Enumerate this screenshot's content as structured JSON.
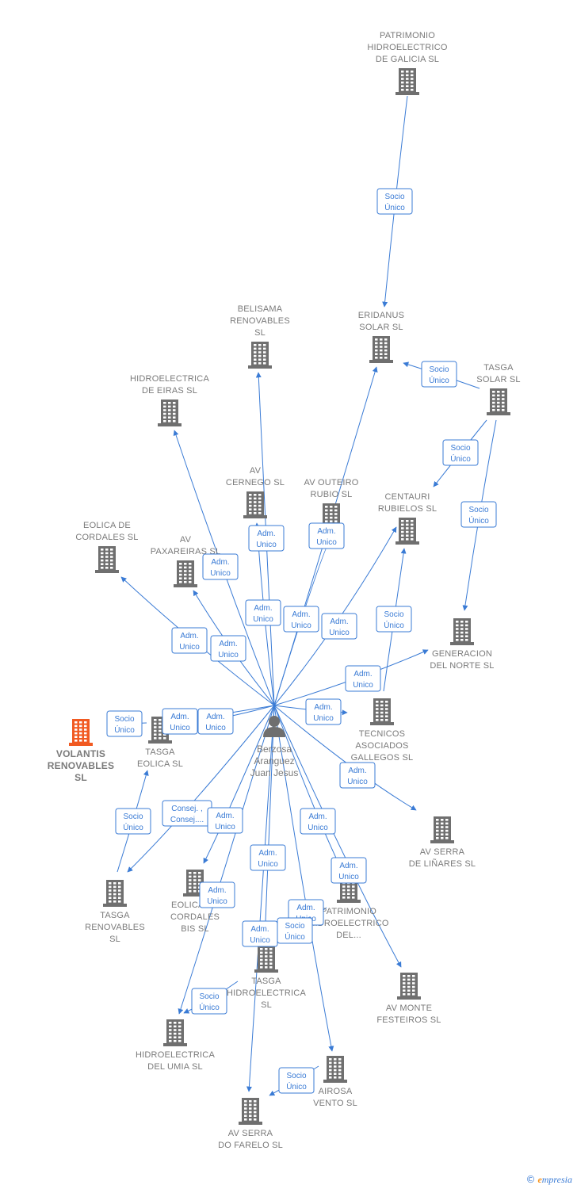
{
  "nodes": [
    {
      "id": "patrimonio_galicia",
      "lines": [
        "PATRIMONIO",
        "HIDROELECTRICO",
        "DE GALICIA  SL"
      ],
      "label_pos": "above"
    },
    {
      "id": "eridanus",
      "lines": [
        "ERIDANUS",
        "SOLAR  SL"
      ],
      "label_pos": "above"
    },
    {
      "id": "tasga_solar",
      "lines": [
        "TASGA",
        "SOLAR  SL"
      ],
      "label_pos": "above"
    },
    {
      "id": "belisama",
      "lines": [
        "BELISAMA",
        "RENOVABLES",
        "SL"
      ],
      "label_pos": "above"
    },
    {
      "id": "hidro_eiras",
      "lines": [
        "HIDROELECTRICA",
        "DE EIRAS SL"
      ],
      "label_pos": "above"
    },
    {
      "id": "av_cernego",
      "lines": [
        "AV",
        "CERNEGO SL"
      ],
      "label_pos": "above"
    },
    {
      "id": "av_outeiro",
      "lines": [
        "AV OUTEIRO",
        "RUBIO SL"
      ],
      "label_pos": "above"
    },
    {
      "id": "centauri",
      "lines": [
        "CENTAURI",
        "RUBIELOS  SL"
      ],
      "label_pos": "above"
    },
    {
      "id": "eolica_cordales",
      "lines": [
        "EOLICA DE",
        "CORDALES SL"
      ],
      "label_pos": "above"
    },
    {
      "id": "av_paxareiras",
      "lines": [
        "AV",
        "PAXAREIRAS SL"
      ],
      "label_pos": "above"
    },
    {
      "id": "generacion_norte",
      "lines": [
        "GENERACION",
        "DEL NORTE SL"
      ],
      "label_pos": "below"
    },
    {
      "id": "volantis",
      "lines": [
        "VOLANTIS",
        "RENOVABLES",
        "SL"
      ],
      "label_pos": "below",
      "highlight": true
    },
    {
      "id": "tasga_eolica",
      "lines": [
        "TASGA",
        "EOLICA  SL"
      ],
      "label_pos": "below"
    },
    {
      "id": "tecnicos",
      "lines": [
        "TECNICOS",
        "ASOCIADOS",
        "GALLEGOS  SL"
      ],
      "label_pos": "below"
    },
    {
      "id": "av_serra_linares",
      "lines": [
        "AV SERRA",
        "DE LIÑARES SL"
      ],
      "label_pos": "below"
    },
    {
      "id": "tasga_renovables",
      "lines": [
        "TASGA",
        "RENOVABLES",
        "SL"
      ],
      "label_pos": "below"
    },
    {
      "id": "eolica_cordales_bis",
      "lines": [
        "EOLICA DE",
        "CORDALES",
        "BIS SL"
      ],
      "label_pos": "below"
    },
    {
      "id": "patrimonio_del",
      "lines": [
        "PATRIMONIO",
        "HIDROELECTRICO",
        "DEL..."
      ],
      "label_pos": "below"
    },
    {
      "id": "tasga_hidro",
      "lines": [
        "TASGA",
        "HIDROELECTRICA",
        "SL"
      ],
      "label_pos": "below"
    },
    {
      "id": "av_monte",
      "lines": [
        "AV MONTE",
        "FESTEIROS SL"
      ],
      "label_pos": "below"
    },
    {
      "id": "hidro_umia",
      "lines": [
        "HIDROELECTRICA",
        "DEL UMIA  SL"
      ],
      "label_pos": "below"
    },
    {
      "id": "airosa",
      "lines": [
        "AIROSA",
        "VENTO SL"
      ],
      "label_pos": "below"
    },
    {
      "id": "av_serra_farelo",
      "lines": [
        "AV SERRA",
        "DO FARELO SL"
      ],
      "label_pos": "below"
    }
  ],
  "person": {
    "id": "berzosa",
    "lines": [
      "Berzosa",
      "Aranguez",
      "Juan Jesus"
    ]
  },
  "edges": [
    {
      "from": "patrimonio_galicia",
      "to": "eridanus",
      "label": [
        "Socio",
        "Único"
      ]
    },
    {
      "from": "tasga_solar",
      "to": "eridanus",
      "label": [
        "Socio",
        "Único"
      ]
    },
    {
      "from": "tasga_solar",
      "to": "centauri",
      "label": [
        "Socio",
        "Único"
      ]
    },
    {
      "from": "tasga_solar",
      "to": "generacion_norte",
      "label": [
        "Socio",
        "Único"
      ]
    },
    {
      "from": "tecnicos",
      "to": "centauri",
      "label": [
        "Socio",
        "Único"
      ]
    },
    {
      "from": "tasga_eolica",
      "to": "volantis",
      "label": [
        "Socio",
        "Único"
      ]
    },
    {
      "from": "tasga_renovables",
      "to": "tasga_eolica",
      "label": [
        "Socio",
        "Único"
      ]
    },
    {
      "from": "berzosa",
      "to": "belisama",
      "label": [
        "Adm.",
        "Unico"
      ]
    },
    {
      "from": "berzosa",
      "to": "hidro_eiras",
      "label": [
        "Adm.",
        "Unico"
      ]
    },
    {
      "from": "berzosa",
      "to": "av_cernego",
      "label": [
        "Adm.",
        "Unico"
      ]
    },
    {
      "from": "berzosa",
      "to": "av_outeiro",
      "label": [
        "Adm.",
        "Unico"
      ]
    },
    {
      "from": "berzosa",
      "to": "eridanus",
      "label": [
        "Adm.",
        "Unico"
      ]
    },
    {
      "from": "berzosa",
      "to": "centauri",
      "label": [
        "Adm.",
        "Unico"
      ]
    },
    {
      "from": "berzosa",
      "to": "eolica_cordales",
      "label": [
        "Adm.",
        "Unico"
      ]
    },
    {
      "from": "berzosa",
      "to": "av_paxareiras",
      "label": [
        "Adm.",
        "Unico"
      ]
    },
    {
      "from": "berzosa",
      "to": "generacion_norte",
      "label": [
        "Adm.",
        "Unico"
      ]
    },
    {
      "from": "berzosa",
      "to": "tecnicos",
      "label": [
        "Adm.",
        "Unico"
      ]
    },
    {
      "from": "berzosa",
      "to": "volantis",
      "label": [
        "Adm.",
        "Unico"
      ]
    },
    {
      "from": "berzosa",
      "to": "tasga_eolica",
      "label": [
        "Adm.",
        "Unico"
      ]
    },
    {
      "from": "berzosa",
      "to": "av_serra_linares",
      "label": [
        "Adm.",
        "Unico"
      ]
    },
    {
      "from": "berzosa",
      "to": "tasga_renovables",
      "label": [
        "Consej. ,",
        "Consej...."
      ]
    },
    {
      "from": "berzosa",
      "to": "eolica_cordales_bis",
      "label": [
        "Adm.",
        "Unico"
      ]
    },
    {
      "from": "berzosa",
      "to": "patrimonio_del",
      "label": [
        "Adm.",
        "Unico"
      ]
    },
    {
      "from": "berzosa",
      "to": "tasga_hidro",
      "label": [
        "Adm.",
        "Unico"
      ]
    },
    {
      "from": "berzosa",
      "to": "av_monte",
      "label": [
        "Adm.",
        "Unico"
      ]
    },
    {
      "from": "berzosa",
      "to": "hidro_umia",
      "label": [
        "Adm.",
        "Unico"
      ]
    },
    {
      "from": "berzosa",
      "to": "airosa",
      "label": [
        "Adm.",
        "Unico"
      ]
    },
    {
      "from": "berzosa",
      "to": "av_serra_farelo",
      "label": [
        "Adm.",
        "Unico"
      ]
    },
    {
      "from": "tasga_hidro",
      "to": "hidro_umia",
      "label": [
        "Socio",
        "Único"
      ]
    },
    {
      "from": "patrimonio_del",
      "to": "tasga_hidro",
      "label": [
        "Socio",
        "Único"
      ]
    },
    {
      "from": "airosa",
      "to": "av_serra_farelo",
      "label": [
        "Socio",
        "Único"
      ]
    }
  ],
  "footer": {
    "copyright_symbol": "©",
    "brand_initial": "e",
    "brand_rest": "mpresia"
  },
  "colors": {
    "edge": "#3a7bd5",
    "building": "#6f6f6f",
    "highlight": "#f15a22",
    "label": "#7a7a7a"
  }
}
